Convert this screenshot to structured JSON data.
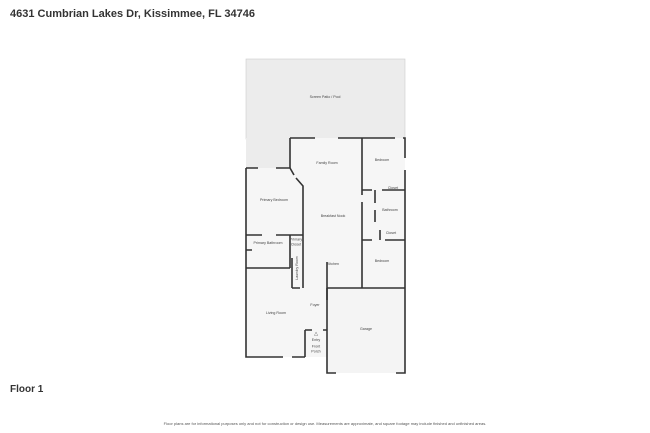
{
  "header": {
    "address": "4631 Cumbrian Lakes Dr, Kissimmee, FL 34746"
  },
  "floor_label": "Floor 1",
  "rooms": {
    "patio": "Screen Patio / Pool",
    "family": "Family Room",
    "bedroom1": "Bedroom",
    "closet1": "Closet",
    "bathroom": "Bathroom",
    "closet2": "Closet",
    "bedroom2": "Bedroom",
    "primary_bedroom": "Primary Bedroom",
    "primary_bathroom": "Primary Bathroom",
    "primary_closet": "Primary Closet",
    "laundry": "Laundry Room",
    "breakfast": "Breakfast Nook",
    "kitchen": "Kitchen",
    "living": "Living Room",
    "foyer": "Foyer",
    "entry": "Entry",
    "porch": "Front Porch",
    "garage": "Garage"
  },
  "colors": {
    "wall": "#333333",
    "floor": "#f4f4f4",
    "patio": "#e9e9e9"
  },
  "footer": {
    "disclaimer": "Floor plans are for informational purposes only and not for construction or design use. Measurements are approximate, and square footage may include finished and unfinished areas."
  }
}
